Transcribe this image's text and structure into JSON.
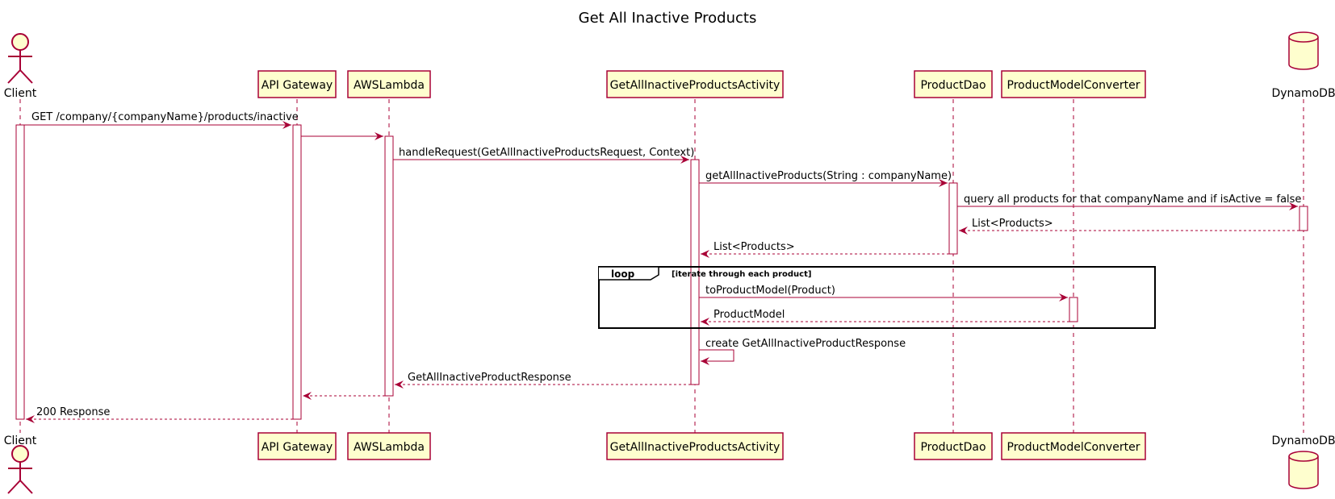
{
  "diagram": {
    "title": "Get All Inactive Products",
    "participants": {
      "client": "Client",
      "api_gateway": "API Gateway",
      "aws_lambda": "AWSLambda",
      "activity": "GetAllInactiveProductsActivity",
      "product_dao": "ProductDao",
      "converter": "ProductModelConverter",
      "dynamodb": "DynamoDB"
    },
    "messages": {
      "m1": "GET /company/{companyName}/products/inactive",
      "m3": "handleRequest(GetAllInactiveProductsRequest, Context)",
      "m4": "getAllInactiveProducts(String : companyName)",
      "m5": "query all products for that companyName and if isActive = false",
      "m6": "List<Products>",
      "m7": "List<Products>",
      "m8": "toProductModel(Product)",
      "m9": "ProductModel",
      "m10": "create GetAllInactiveProductResponse",
      "m11": "GetAllInactiveProductResponse",
      "m13": "200 Response"
    },
    "loop": {
      "keyword": "loop",
      "condition": "[iterate through each product]"
    },
    "colors": {
      "participant_fill": "#FEFECE",
      "border": "#A80036",
      "arrow": "#A80036"
    }
  }
}
